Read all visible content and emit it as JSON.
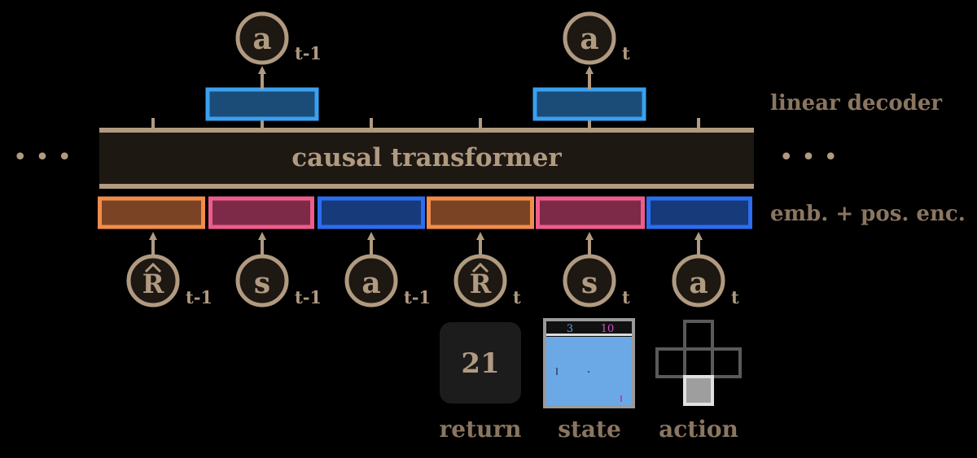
{
  "colors": {
    "background": "#000000",
    "tan": "#b09a80",
    "label_text": "#8a7660",
    "transformer_fill": "#1e1813",
    "decoder_fill": "#1b4c78",
    "decoder_stroke": "#3aa0f0",
    "return_fill": "#7a4424",
    "return_stroke": "#f08c4c",
    "state_fill": "#7c2a48",
    "state_stroke": "#ee5c8c",
    "action_fill": "#163a7a",
    "action_stroke": "#2c6cf0"
  },
  "transformer": {
    "label": "causal transformer"
  },
  "ellipsis": {
    "left": "• • •",
    "right": "• • •"
  },
  "side_labels": {
    "decoder": "linear decoder",
    "embedding": "emb. + pos. enc."
  },
  "outputs": [
    {
      "symbol": "a",
      "subscript": "t-1"
    },
    {
      "symbol": "a",
      "subscript": "t"
    }
  ],
  "inputs": [
    {
      "symbol": "R",
      "hat": true,
      "subscript": "t-1",
      "kind": "return"
    },
    {
      "symbol": "s",
      "hat": false,
      "subscript": "t-1",
      "kind": "state"
    },
    {
      "symbol": "a",
      "hat": false,
      "subscript": "t-1",
      "kind": "action"
    },
    {
      "symbol": "R",
      "hat": true,
      "subscript": "t",
      "kind": "return"
    },
    {
      "symbol": "s",
      "hat": false,
      "subscript": "t",
      "kind": "state"
    },
    {
      "symbol": "a",
      "hat": false,
      "subscript": "t",
      "kind": "action"
    }
  ],
  "legend": {
    "return": {
      "value": "21",
      "label": "return"
    },
    "state": {
      "label": "state",
      "score_left": "3",
      "score_right": "10"
    },
    "action": {
      "label": "action"
    }
  }
}
